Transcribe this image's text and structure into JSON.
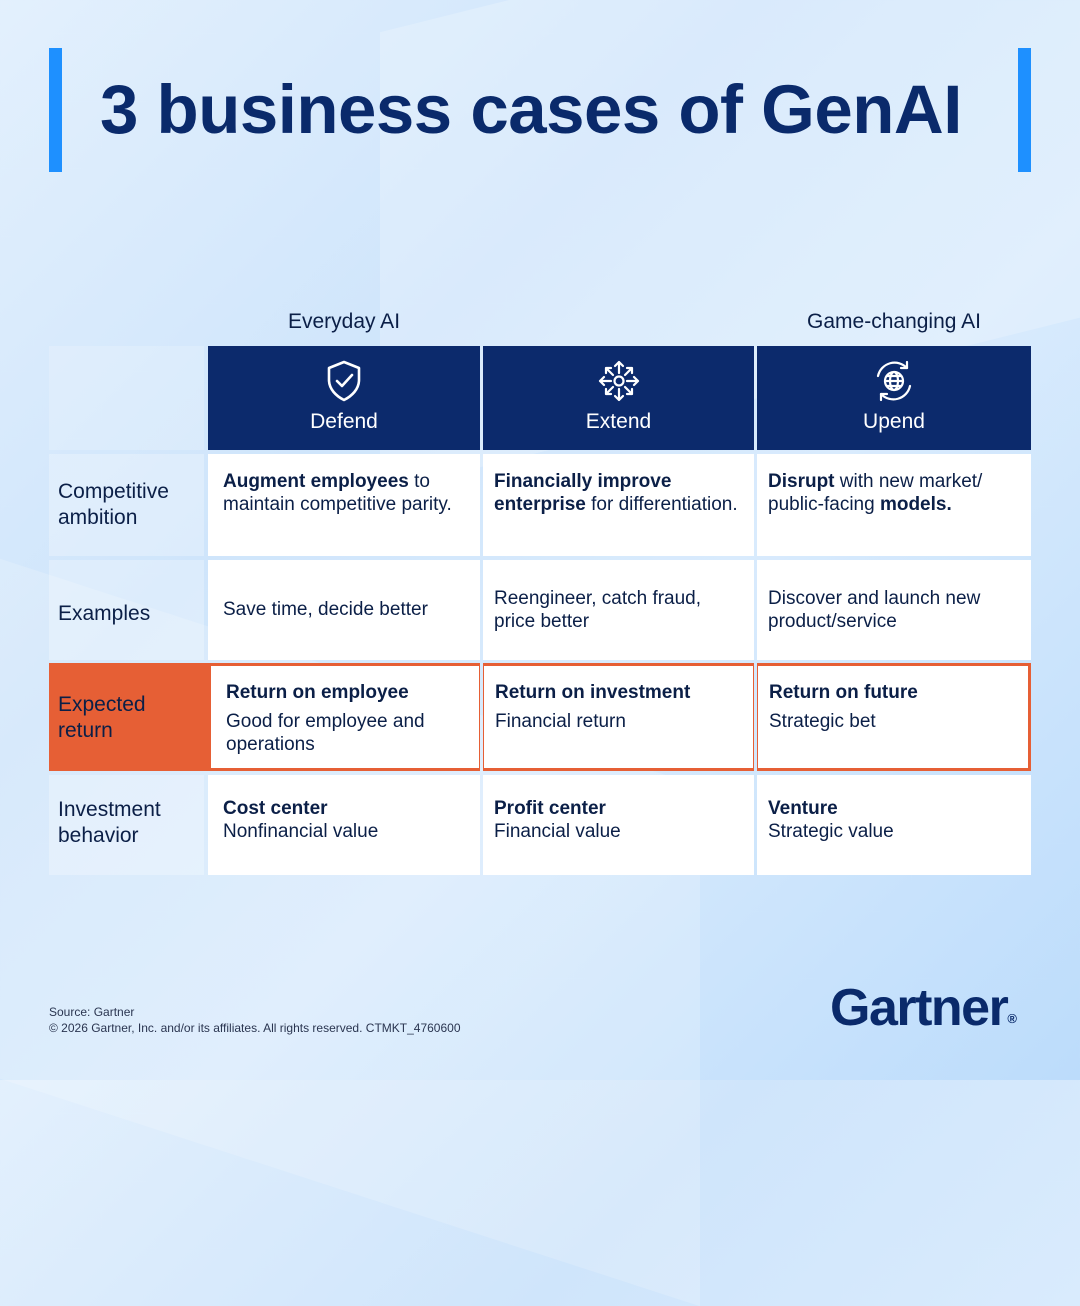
{
  "title": "3 business cases of GenAI",
  "tiers": {
    "everyday": "Everyday AI",
    "game_changing": "Game-changing AI"
  },
  "columns": [
    {
      "label": "Defend",
      "icon": "shield-check-icon"
    },
    {
      "label": "Extend",
      "icon": "expand-arrows-icon"
    },
    {
      "label": "Upend",
      "icon": "globe-cycle-icon"
    }
  ],
  "rows": {
    "ambition": {
      "label": "Competitive ambition",
      "cells": [
        {
          "bold": "Augment employees",
          "rest": " to maintain competitive parity."
        },
        {
          "bold": "Financially improve enterprise",
          "rest": " for differentiation."
        },
        {
          "bold": "Disrupt",
          "rest": " with new market/ public-facing ",
          "bold2": "models."
        }
      ]
    },
    "examples": {
      "label": "Examples",
      "cells": [
        "Save time, decide better",
        "Reengineer, catch fraud, price better",
        "Discover and launch new product/service"
      ]
    },
    "expected": {
      "label": "Expected return",
      "cells": [
        {
          "title": "Return on employee",
          "sub": "Good for employee and operations"
        },
        {
          "title": "Return on investment",
          "sub": "Financial return"
        },
        {
          "title": "Return on future",
          "sub": "Strategic bet"
        }
      ]
    },
    "investment": {
      "label": "Investment behavior",
      "cells": [
        {
          "title": "Cost center",
          "sub": "Nonfinancial value"
        },
        {
          "title": "Profit center",
          "sub": "Financial value"
        },
        {
          "title": "Venture",
          "sub": "Strategic value"
        }
      ]
    }
  },
  "footer": {
    "source": "Source: Gartner",
    "copyright": "© 2026 Gartner, Inc. and/or its affiliates. All rights reserved. CTMKT_4760600"
  },
  "logo": {
    "text": "Gartner",
    "mark": "®"
  },
  "colors": {
    "navy": "#0c2a6c",
    "accent_blue": "#1e90ff",
    "orange": "#e65f35"
  }
}
